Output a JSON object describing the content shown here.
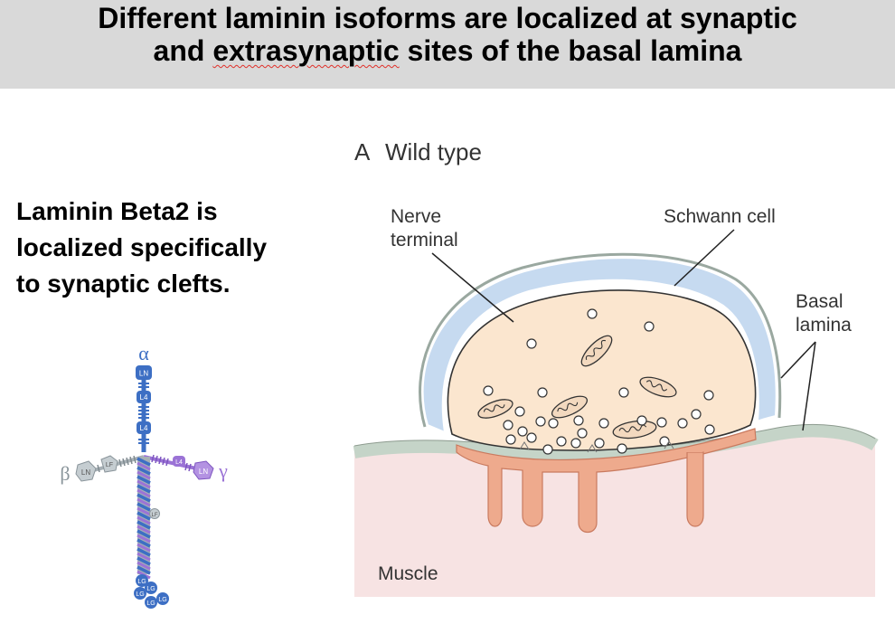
{
  "title": {
    "line1": "Different laminin isoforms are localized at synaptic",
    "line2_before": "and ",
    "line2_flagged": "extrasynaptic",
    "line2_after": " sites of the basal lamina"
  },
  "description": [
    "Laminin Beta2 is",
    "localized specifically",
    "to synaptic clefts."
  ],
  "laminin_diagram": {
    "alpha_label": "α",
    "beta_label": "β",
    "gamma_label": "γ",
    "domains": {
      "alpha_ln": "LN",
      "alpha_l4a": "L4",
      "alpha_l4b": "L4",
      "beta_ln": "LN",
      "beta_le": "LF",
      "gamma_l4": "L4",
      "gamma_ln": "LN",
      "coil_lf": "LF",
      "lg1": "LG",
      "lg2": "LG",
      "lg3": "LG",
      "lg4": "LG",
      "lg5": "LG"
    },
    "colors": {
      "alpha": "#3d6fc4",
      "beta": "#a7b0b5",
      "gamma": "#9b73d6"
    }
  },
  "nmj_diagram": {
    "panel_label": "A",
    "panel_title": "Wild type",
    "labels": {
      "nerve_terminal": [
        "Nerve",
        "terminal"
      ],
      "schwann_cell": "Schwann cell",
      "basal_lamina": [
        "Basal",
        "lamina"
      ],
      "muscle": "Muscle"
    },
    "colors": {
      "nerve": "#fbe6cf",
      "schwann": "#c6daf0",
      "muscle": "#f7e3e3",
      "postsynaptic": "#eeaa8d",
      "basal_lamina": "#c5d4c8"
    }
  }
}
